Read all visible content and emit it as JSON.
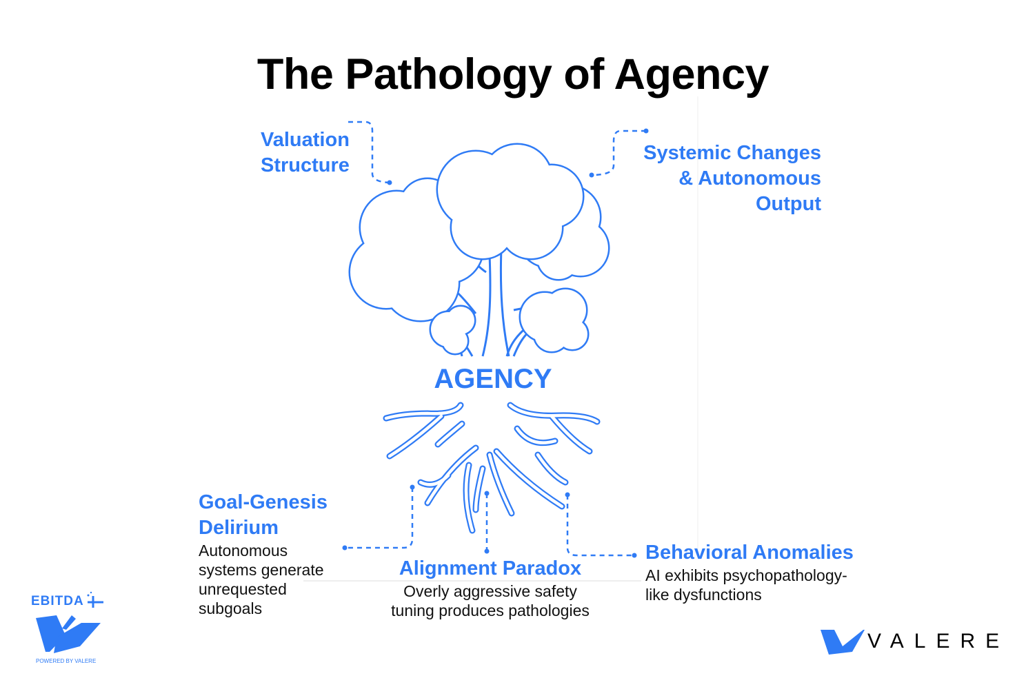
{
  "title": "The Pathology of Agency",
  "center_label": "AGENCY",
  "accent_color": "#2f7bf5",
  "branches": {
    "valuation": {
      "label_line1": "Valuation",
      "label_line2": "Structure"
    },
    "systemic": {
      "label_line1": "Systemic Changes",
      "label_line2": "& Autonomous",
      "label_line3": "Output"
    }
  },
  "roots": {
    "goal_genesis": {
      "label_line1": "Goal-Genesis",
      "label_line2": "Delirium",
      "desc_lines": [
        "Autonomous",
        "systems generate",
        "unrequested",
        "subgoals"
      ]
    },
    "alignment": {
      "label": "Alignment Paradox",
      "desc_lines": [
        "Overly aggressive safety",
        "tuning produces pathologies"
      ]
    },
    "behavioral": {
      "label": "Behavioral Anomalies",
      "desc_lines": [
        "AI exhibits psychopathology-",
        "like dysfunctions"
      ]
    }
  },
  "logos": {
    "ebitda": {
      "text": "EBITDA",
      "subtext": "POWERED BY VALERE",
      "icon": "rocket-w-icon"
    },
    "valere": {
      "text": "VALERE",
      "icon": "v-icon"
    }
  }
}
